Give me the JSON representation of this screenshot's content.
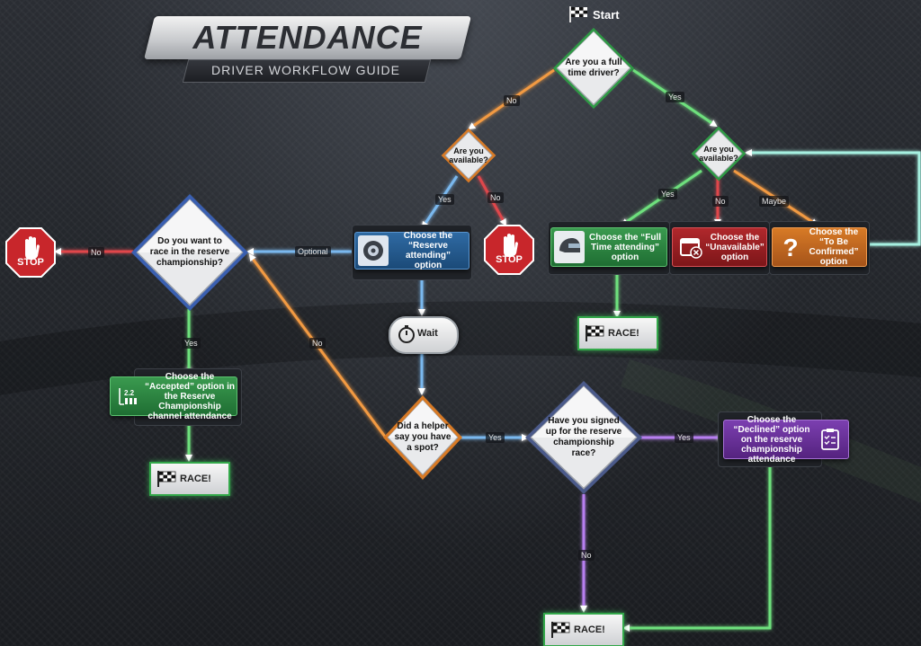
{
  "header": {
    "title": "ATTENDANCE",
    "subtitle": "DRIVER WORKFLOW GUIDE"
  },
  "start": {
    "label": "Start"
  },
  "decisions": {
    "full_time": "Are you a full time driver?",
    "available_left": "Are you available?",
    "available_right": "Are you available?",
    "reserve_race": "Do you want to race in the reserve championship?",
    "helper_spot": "Did a helper say you have a spot?",
    "signed_up": "Have you signed up for the reserve championship race?"
  },
  "options": {
    "reserve_attending": "Choose the “Reserve attending” option",
    "full_time_attending": "Choose the “Full Time attending” option",
    "unavailable": "Choose the “Unavailable” option",
    "to_be_confirmed": "Choose the “To Be Confirmed” option",
    "accepted": "Choose the “Accepted” option in the Reserve Championship channel attendance",
    "declined": "Choose the “Declined” option on the reserve championship attendance"
  },
  "terminals": {
    "race": "RACE!",
    "stop": "STOP",
    "wait": "Wait"
  },
  "edge_labels": {
    "no": "No",
    "yes": "Yes",
    "optional": "Optional",
    "maybe": "Maybe"
  },
  "colors": {
    "orange": "#f29a43",
    "green": "#6ee07d",
    "red": "#e0474c",
    "blue": "#7ab8ee",
    "purple": "#b77ff0",
    "teal": "#a6f0e0"
  },
  "icons": {
    "accepted": "grid-position-icon",
    "reserve": "tire-icon",
    "full_time": "helmet-icon",
    "unavailable": "calendar-x-icon",
    "tbc": "question-icon",
    "declined": "clipboard-icon"
  }
}
